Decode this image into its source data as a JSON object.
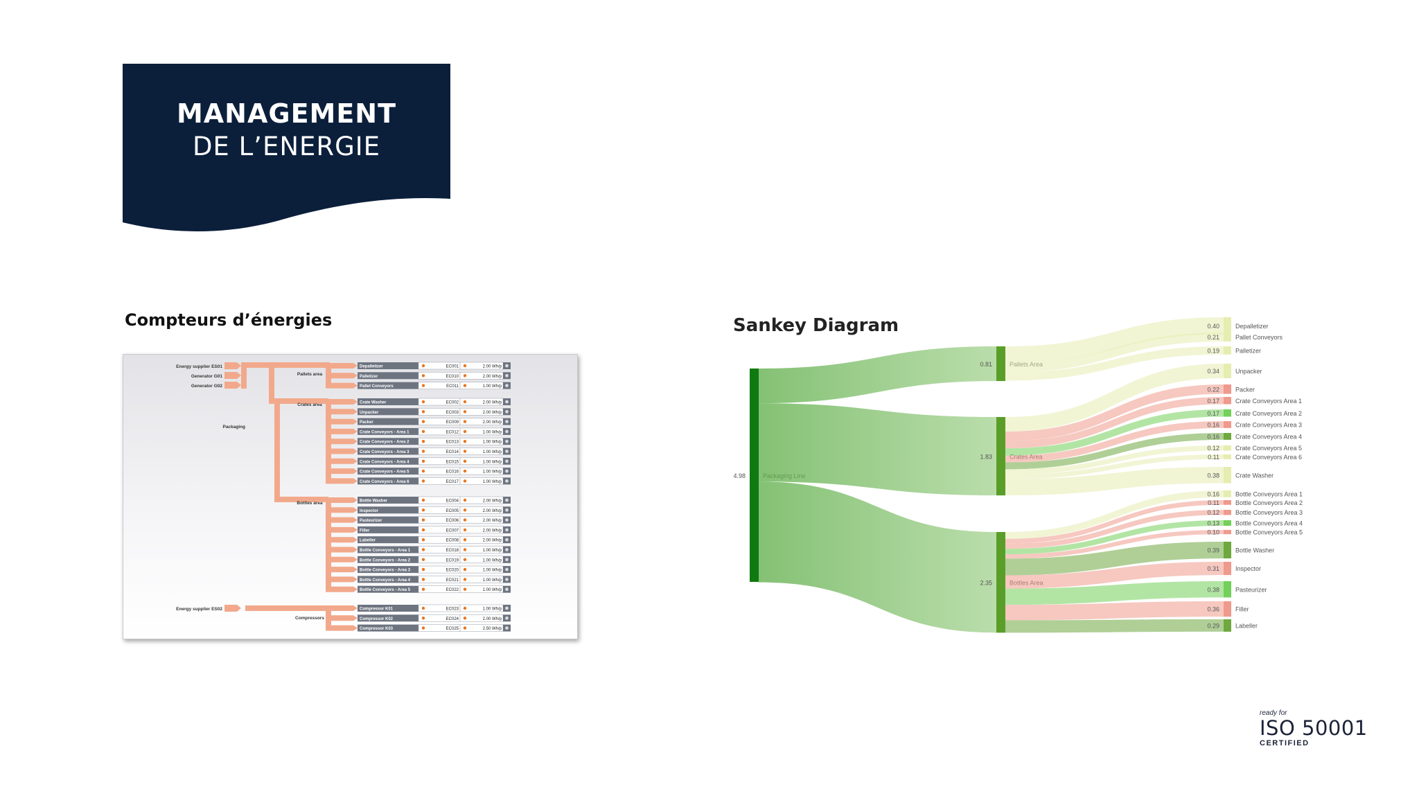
{
  "banner": {
    "line1": "MANAGEMENT",
    "line2": "DE L’ENERGIE",
    "color": "#0b1f3b"
  },
  "meters": {
    "heading": "Compteurs d’énergies",
    "sources": [
      "Energy supplier ES01",
      "Generator G01",
      "Generator G02"
    ],
    "source2": "Energy supplier ES02",
    "hub": "Packaging",
    "groups": [
      {
        "label": "Pallets area",
        "rows": [
          {
            "name": "Depalletizer",
            "code": "EC001",
            "val": "2.00 Wh/p"
          },
          {
            "name": "Palletizer",
            "code": "EC010",
            "val": "2.00 Wh/p"
          },
          {
            "name": "Pallet Conveyors",
            "code": "EC011",
            "val": "1.00 Wh/p"
          }
        ]
      },
      {
        "label": "Crates area",
        "rows": [
          {
            "name": "Crate Washer",
            "code": "EC002",
            "val": "2.00 Wh/p"
          },
          {
            "name": "Unpacker",
            "code": "EC003",
            "val": "2.00 Wh/p"
          },
          {
            "name": "Packer",
            "code": "EC009",
            "val": "2.00 Wh/p"
          },
          {
            "name": "Crate Conveyors - Area 1",
            "code": "EC012",
            "val": "1.00 Wh/p"
          },
          {
            "name": "Crate Conveyors - Area 2",
            "code": "EC013",
            "val": "1.00 Wh/p"
          },
          {
            "name": "Crate Conveyors - Area 3",
            "code": "EC014",
            "val": "1.00 Wh/p"
          },
          {
            "name": "Crate Conveyors - Area 4",
            "code": "EC015",
            "val": "1.00 Wh/p"
          },
          {
            "name": "Crate Conveyors - Area 5",
            "code": "EC016",
            "val": "1.00 Wh/p"
          },
          {
            "name": "Crate Conveyors - Area 6",
            "code": "EC017",
            "val": "1.00 Wh/p"
          }
        ]
      },
      {
        "label": "Bottles area",
        "rows": [
          {
            "name": "Bottle Washer",
            "code": "EC004",
            "val": "2.00 Wh/p"
          },
          {
            "name": "Inspector",
            "code": "EC005",
            "val": "2.00 Wh/p"
          },
          {
            "name": "Pasteurizer",
            "code": "EC006",
            "val": "2.00 Wh/p"
          },
          {
            "name": "Filler",
            "code": "EC007",
            "val": "2.00 Wh/p"
          },
          {
            "name": "Labeller",
            "code": "EC008",
            "val": "2.00 Wh/p"
          },
          {
            "name": "Bottle Conveyors - Area 1",
            "code": "EC018",
            "val": "1.00 Wh/p"
          },
          {
            "name": "Bottle Conveyors - Area 2",
            "code": "EC019",
            "val": "1.00 Wh/p"
          },
          {
            "name": "Bottle Conveyors - Area 3",
            "code": "EC020",
            "val": "1.00 Wh/p"
          },
          {
            "name": "Bottle Conveyors - Area 4",
            "code": "EC021",
            "val": "1.00 Wh/p"
          },
          {
            "name": "Bottle Conveyors - Area 5",
            "code": "EC022",
            "val": "1.00 Wh/p"
          }
        ]
      },
      {
        "label": "Compressors",
        "rows": [
          {
            "name": "Compressor K01",
            "code": "EC023",
            "val": "1.00 Wh/p"
          },
          {
            "name": "Compressor K02",
            "code": "EC024",
            "val": "2.00 Wh/p"
          },
          {
            "name": "Compressor K03",
            "code": "EC025",
            "val": "2.50 Wh/p"
          }
        ]
      }
    ]
  },
  "sankey": {
    "title": "Sankey Diagram",
    "root": {
      "label": "Packaging Line",
      "value": 4.98
    },
    "areas": [
      {
        "label": "Pallets Area",
        "value": 0.81,
        "children": [
          {
            "label": "Depalletizer",
            "value": 0.4,
            "color": "#e6edb0"
          },
          {
            "label": "Pallet Conveyors",
            "value": 0.21,
            "color": "#e6edb0"
          },
          {
            "label": "Palletizer",
            "value": 0.19,
            "color": "#e6edb0"
          }
        ]
      },
      {
        "label": "Crates Area",
        "value": 1.83,
        "children": [
          {
            "label": "Unpacker",
            "value": 0.34,
            "color": "#e6edb0"
          },
          {
            "label": "Packer",
            "value": 0.22,
            "color": "#ef9a8c"
          },
          {
            "label": "Crate Conveyors Area 1",
            "value": 0.17,
            "color": "#ef9a8c"
          },
          {
            "label": "Crate Conveyors Area 2",
            "value": 0.17,
            "color": "#73d05a"
          },
          {
            "label": "Crate Conveyors Area 3",
            "value": 0.16,
            "color": "#ef9a8c"
          },
          {
            "label": "Crate Conveyors Area 4",
            "value": 0.16,
            "color": "#6ea83f"
          },
          {
            "label": "Crate Conveyors Area 5",
            "value": 0.12,
            "color": "#e6edb0"
          },
          {
            "label": "Crate Conveyors Area 6",
            "value": 0.11,
            "color": "#e6edb0"
          },
          {
            "label": "Crate Washer",
            "value": 0.38,
            "color": "#e6edb0"
          }
        ]
      },
      {
        "label": "Bottles Area",
        "value": 2.35,
        "children": [
          {
            "label": "Bottle Conveyors Area 1",
            "value": 0.16,
            "color": "#e6edb0"
          },
          {
            "label": "Bottle Conveyors Area 2",
            "value": 0.11,
            "color": "#ef9a8c"
          },
          {
            "label": "Bottle Conveyors Area 3",
            "value": 0.12,
            "color": "#ef9a8c"
          },
          {
            "label": "Bottle Conveyors Area 4",
            "value": 0.13,
            "color": "#73d05a"
          },
          {
            "label": "Bottle Conveyors Area 5",
            "value": 0.1,
            "color": "#ef9a8c"
          },
          {
            "label": "Bottle Washer",
            "value": 0.39,
            "color": "#6ea83f"
          },
          {
            "label": "Inspector",
            "value": 0.31,
            "color": "#ef9a8c"
          },
          {
            "label": "Pasteurizer",
            "value": 0.38,
            "color": "#73d05a"
          },
          {
            "label": "Filler",
            "value": 0.36,
            "color": "#ef9a8c"
          },
          {
            "label": "Labeller",
            "value": 0.29,
            "color": "#6ea83f"
          }
        ]
      }
    ]
  },
  "iso": {
    "small": "ready for",
    "big": "ISO 50001",
    "cert": "CERTIFIED"
  }
}
